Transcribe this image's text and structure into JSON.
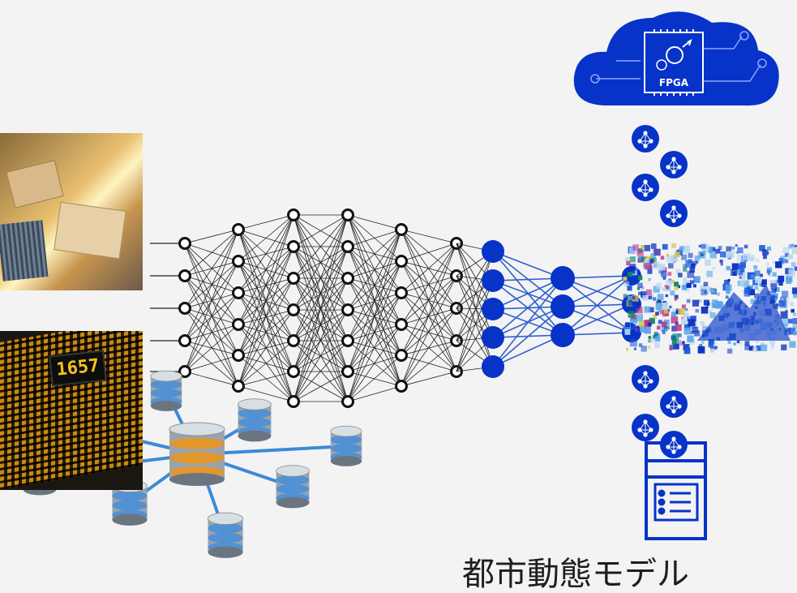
{
  "ticker": {
    "text": "1657"
  },
  "fpga": {
    "label": "FPGA"
  },
  "caption": {
    "text": "都市動態モデル"
  },
  "colors": {
    "accent": "#0733c9",
    "edge_blue": "#2f5fd0",
    "edge_dark": "#222222",
    "db_orange": "#e9961e",
    "db_blue": "#4a8fd6"
  },
  "icons": [
    "cloud-icon",
    "fpga-chip-icon",
    "network-icon",
    "server-icon",
    "database-icon",
    "pixelated-image-icon"
  ]
}
